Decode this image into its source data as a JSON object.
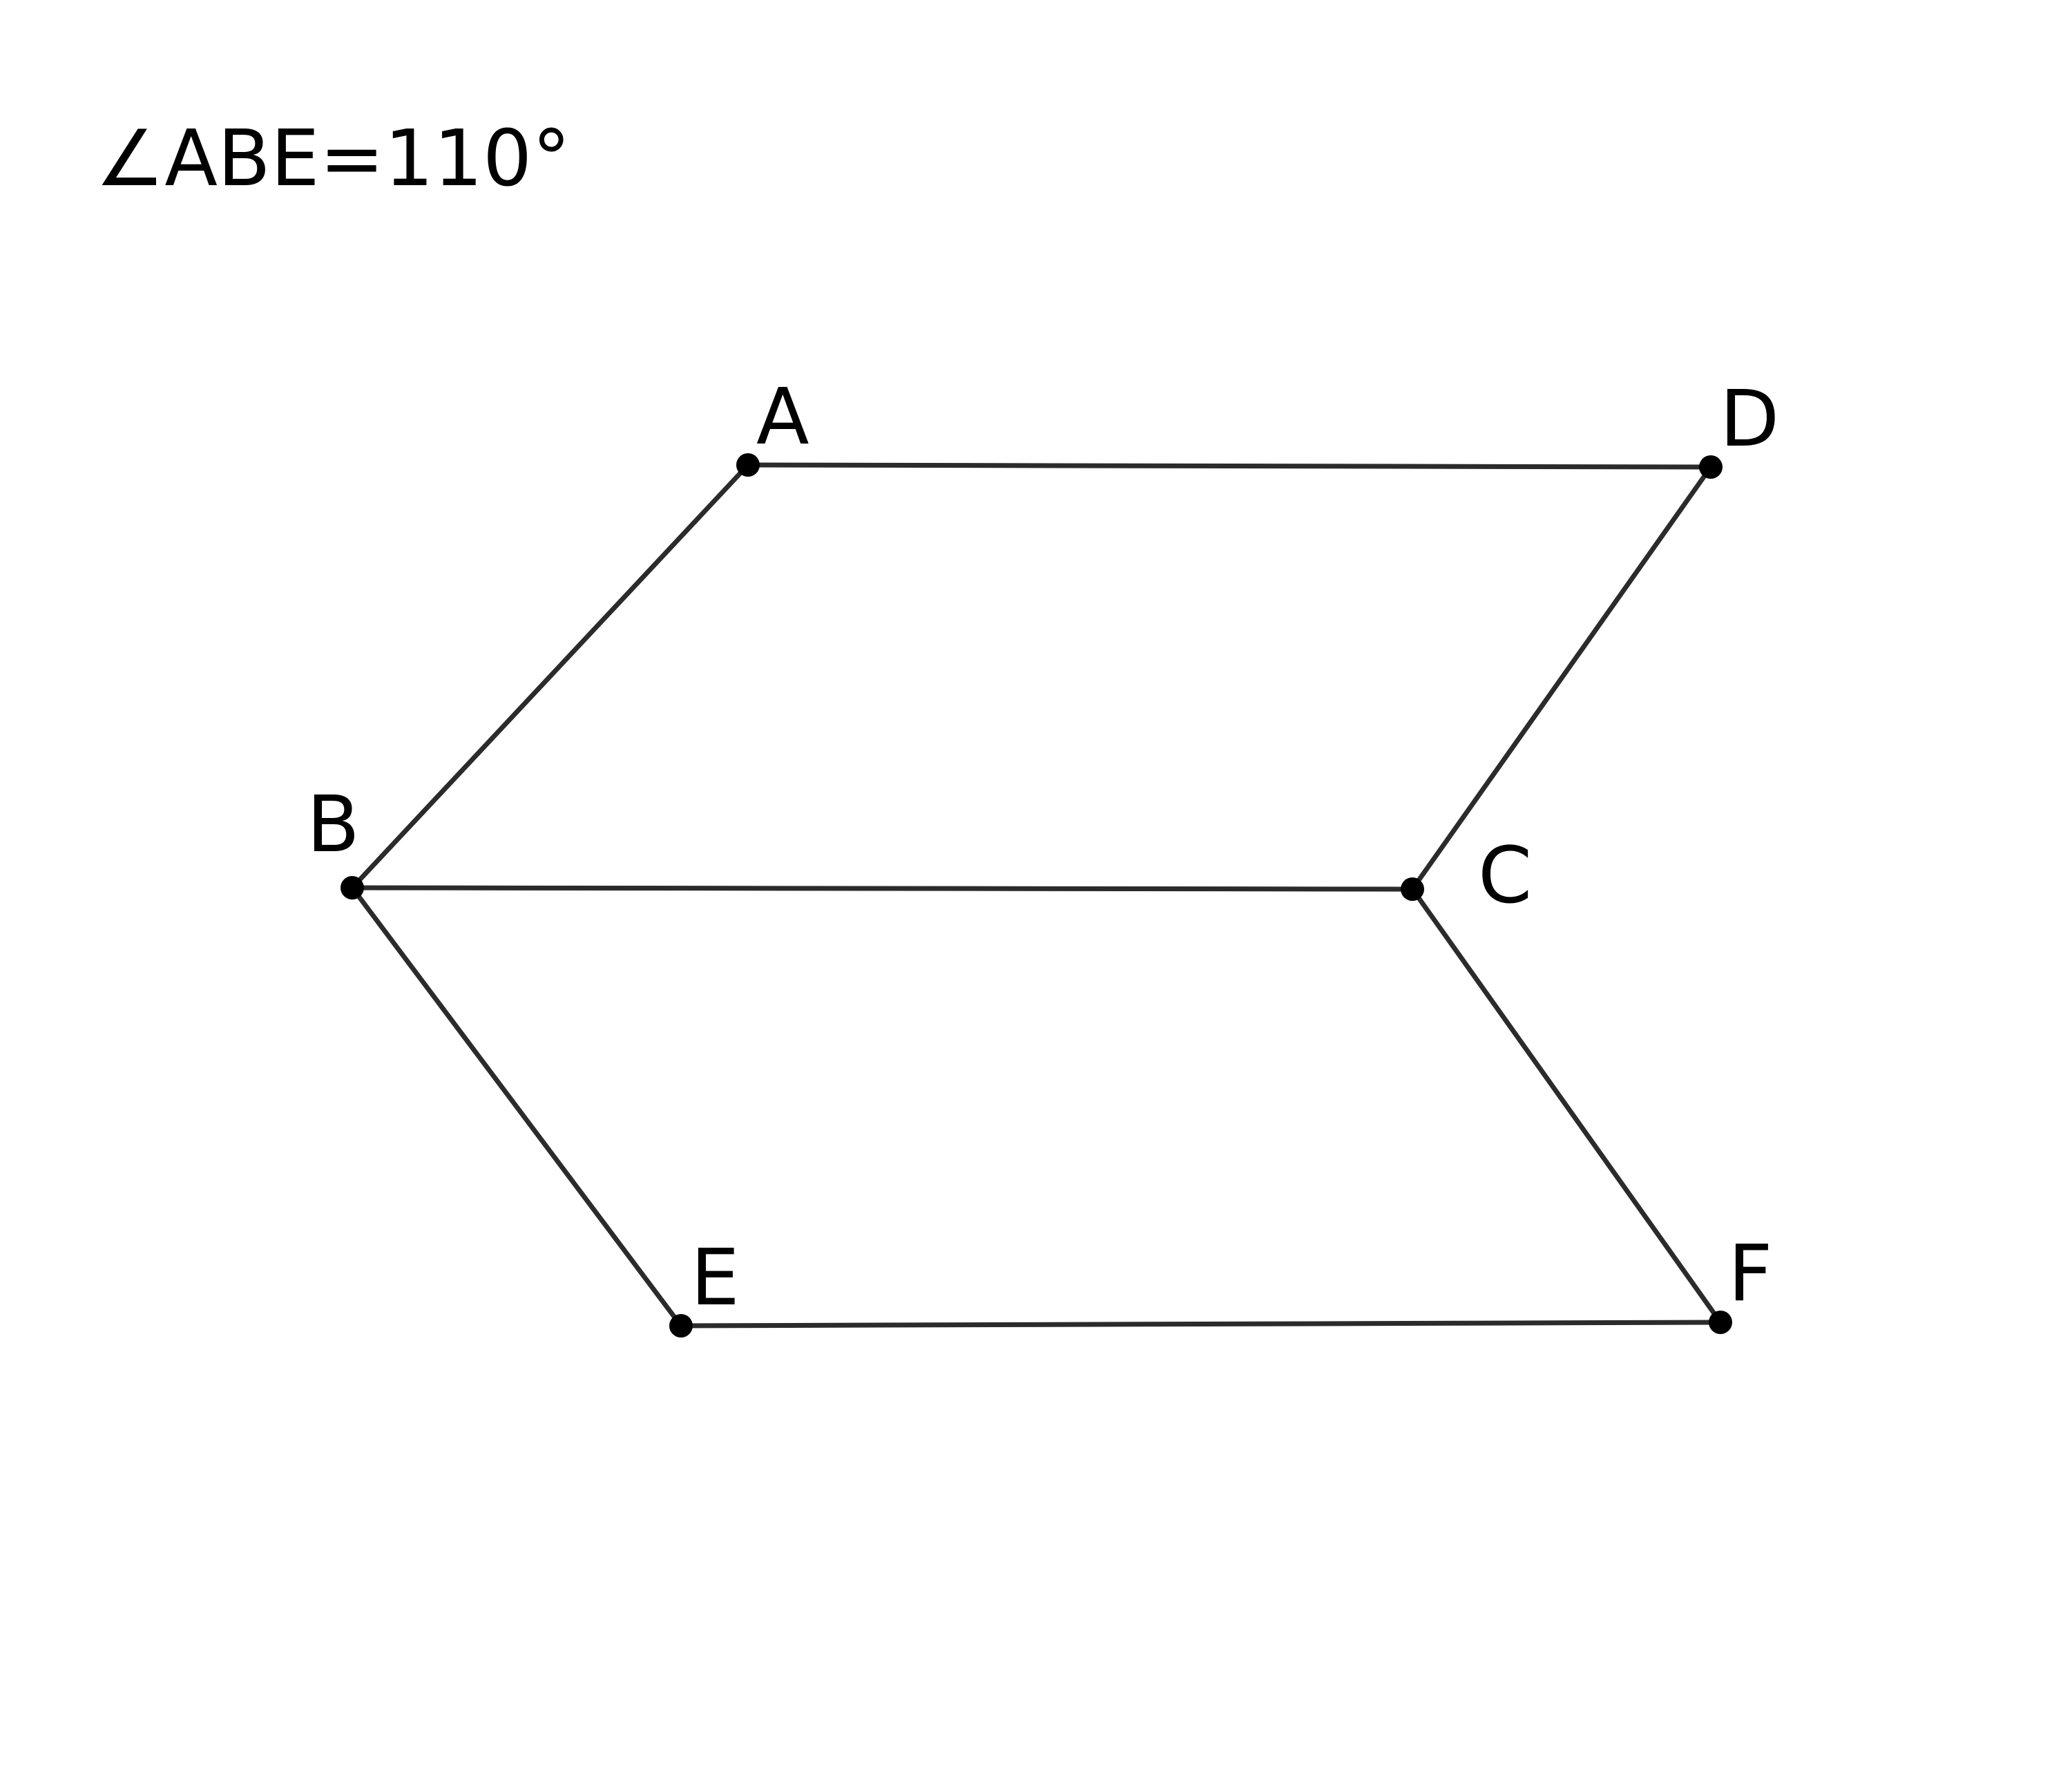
{
  "measurement": {
    "text": "∠ABE=110°"
  },
  "points": {
    "A": {
      "label": "A"
    },
    "B": {
      "label": "B"
    },
    "C": {
      "label": "C"
    },
    "D": {
      "label": "D"
    },
    "E": {
      "label": "E"
    },
    "F": {
      "label": "F"
    }
  },
  "segments": [
    {
      "from": "A",
      "to": "D"
    },
    {
      "from": "A",
      "to": "B"
    },
    {
      "from": "D",
      "to": "C"
    },
    {
      "from": "B",
      "to": "C"
    },
    {
      "from": "B",
      "to": "E"
    },
    {
      "from": "C",
      "to": "F"
    },
    {
      "from": "E",
      "to": "F"
    }
  ],
  "colors": {
    "line": "#2b2b2b",
    "point": "#000000",
    "text": "#000000",
    "background": "#ffffff"
  }
}
